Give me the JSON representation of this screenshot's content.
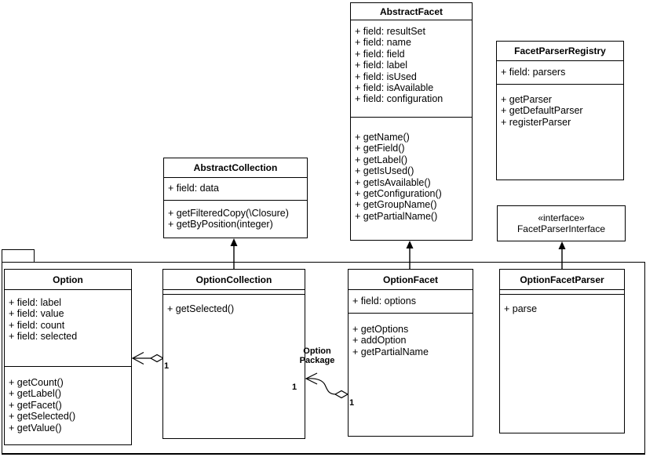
{
  "colors": {
    "line": "#000000",
    "background": "#ffffff",
    "text": "#000000"
  },
  "classes": {
    "abstract_facet": {
      "title": "AbstractFacet",
      "fields": [
        "+ field: resultSet",
        "+ field: name",
        "+ field: field",
        "+ field: label",
        "+ field: isUsed",
        "+ field: isAvailable",
        "+ field: configuration"
      ],
      "methods": [
        "+ getName()",
        "+ getField()",
        "+ getLabel()",
        "+ getIsUsed()",
        "+ getIsAvailable()",
        "+ getConfiguration()",
        "+ getGroupName()",
        "+ getPartialName()"
      ]
    },
    "facet_parser_registry": {
      "title": "FacetParserRegistry",
      "fields": [
        "+ field: parsers"
      ],
      "methods": [
        "+ getParser",
        "+ getDefaultParser",
        "+ registerParser"
      ]
    },
    "abstract_collection": {
      "title": "AbstractCollection",
      "fields": [
        "+ field: data"
      ],
      "methods": [
        "+ getFilteredCopy(\\Closure)",
        "+ getByPosition(integer)"
      ]
    },
    "facet_parser_interface": {
      "stereotype": "«interface»",
      "title": "FacetParserInterface"
    },
    "option": {
      "title": "Option",
      "fields": [
        "+ field: label",
        "+ field: value",
        "+ field: count",
        "+ field: selected"
      ],
      "methods": [
        "+ getCount()",
        "+ getLabel()",
        "+ getFacet()",
        "+ getSelected()",
        "+ getValue()"
      ]
    },
    "option_collection": {
      "title": "OptionCollection",
      "methods": [
        "+ getSelected()"
      ]
    },
    "option_facet": {
      "title": "OptionFacet",
      "fields": [
        "+ field: options"
      ],
      "methods": [
        "+ getOptions",
        "+ addOption",
        "+ getPartialName"
      ]
    },
    "option_facet_parser": {
      "title": "OptionFacetParser",
      "methods": [
        "+ parse"
      ]
    }
  },
  "edges": {
    "option_to_collection": {
      "multiplicity": "1"
    },
    "collection_to_facet": {
      "label_line1": "Option",
      "label_line2": "Package",
      "multiplicity_collection_end": "1",
      "multiplicity_facet_end": "1"
    }
  }
}
